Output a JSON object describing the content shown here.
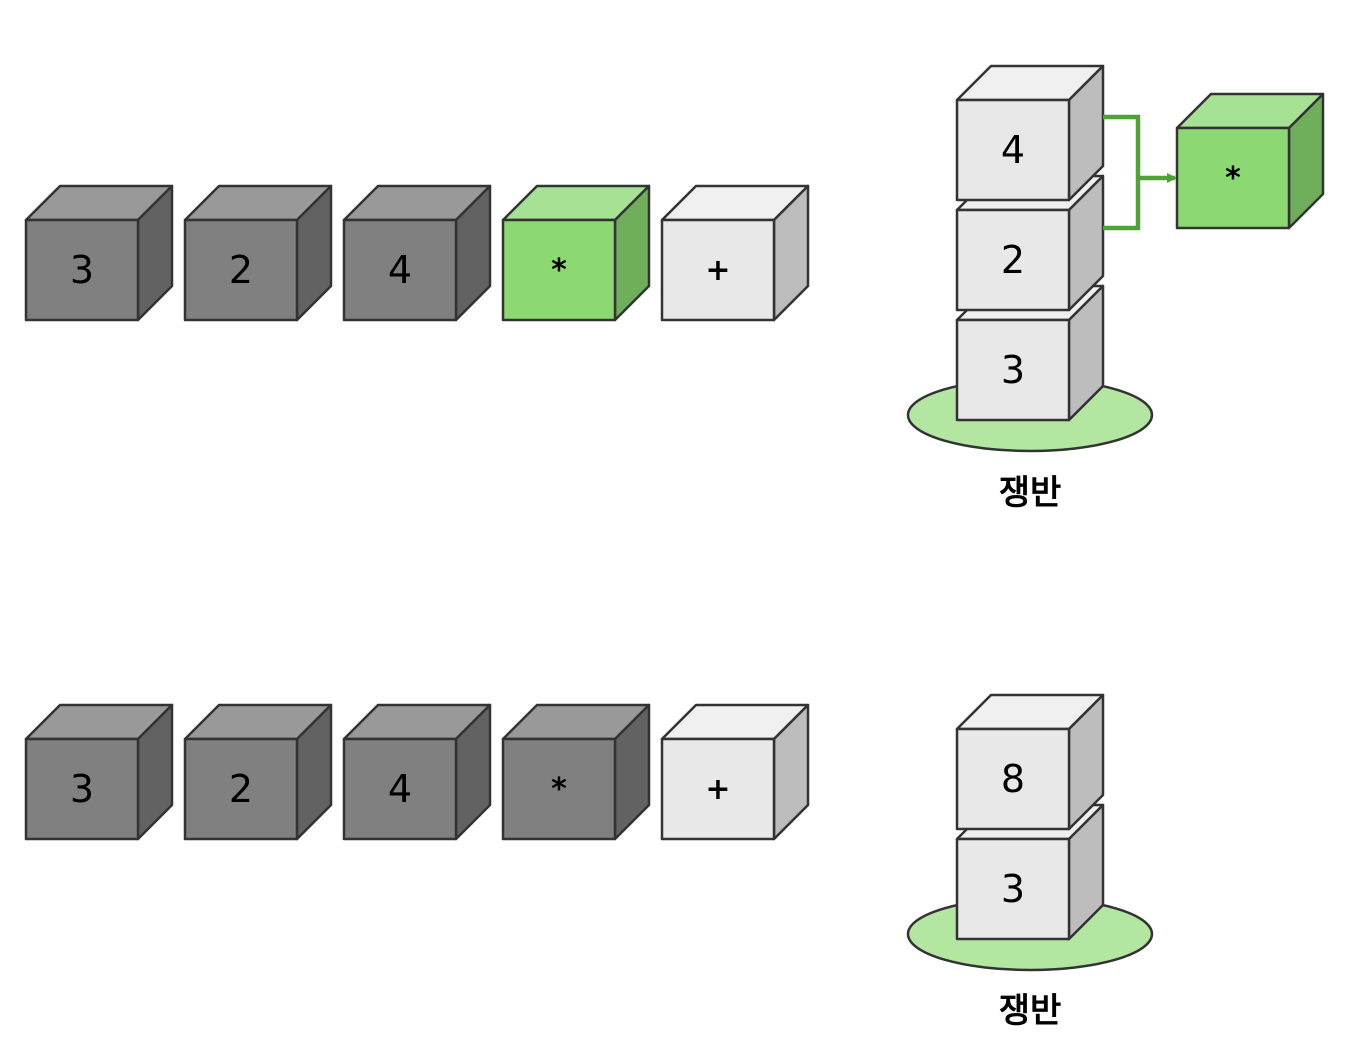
{
  "colors": {
    "dark": "#808080",
    "green": "#8cd872",
    "light": "#e8e8e8",
    "tray": "#b3e6a1",
    "arrow": "#4fa336",
    "outline": "#333333"
  },
  "panels": [
    {
      "sequence": [
        {
          "label": "3",
          "style": "dark"
        },
        {
          "label": "2",
          "style": "dark"
        },
        {
          "label": "4",
          "style": "dark"
        },
        {
          "label": "*",
          "style": "green"
        },
        {
          "label": "+",
          "style": "light"
        }
      ],
      "stack_bottom_to_top": [
        "3",
        "2",
        "4"
      ],
      "tray_label": "쟁반",
      "operator": {
        "label": "*",
        "style": "green"
      }
    },
    {
      "sequence": [
        {
          "label": "3",
          "style": "dark"
        },
        {
          "label": "2",
          "style": "dark"
        },
        {
          "label": "4",
          "style": "dark"
        },
        {
          "label": "*",
          "style": "dark"
        },
        {
          "label": "+",
          "style": "light"
        }
      ],
      "stack_bottom_to_top": [
        "3",
        "8"
      ],
      "tray_label": "쟁반"
    }
  ]
}
